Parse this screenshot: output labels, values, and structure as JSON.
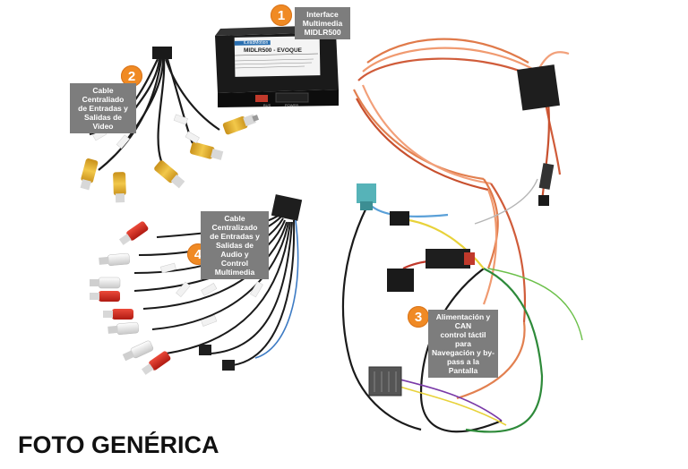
{
  "callouts": [
    {
      "number": "1",
      "lines": [
        "Interface",
        "Multimedia",
        "MIDLR500"
      ]
    },
    {
      "number": "2",
      "lines": [
        "Cable Centraliado",
        "de Entradas y",
        "Salidas de Video"
      ]
    },
    {
      "number": "3",
      "lines": [
        "Alimentación y CAN",
        "control táctil para",
        "Navegación y by-",
        "pass a la Pantalla"
      ]
    },
    {
      "number": "4",
      "lines": [
        "Cable Centralizado",
        "de Entradas y",
        "Salidas de Audio y",
        "Control Multimedia"
      ]
    }
  ],
  "device": {
    "brand": "iLeadMotion",
    "model": "MIDLR500 - EVOQUE",
    "port_left": "BUS",
    "port_right": "POWER"
  },
  "caption": "FOTO GENÉRICA",
  "colors": {
    "badge": "#f08a24",
    "callout_bg": "#7d7d7d",
    "rca_yellow": "#e8b52a",
    "rca_red": "#d4281e",
    "rca_white": "#e6e6e6"
  }
}
